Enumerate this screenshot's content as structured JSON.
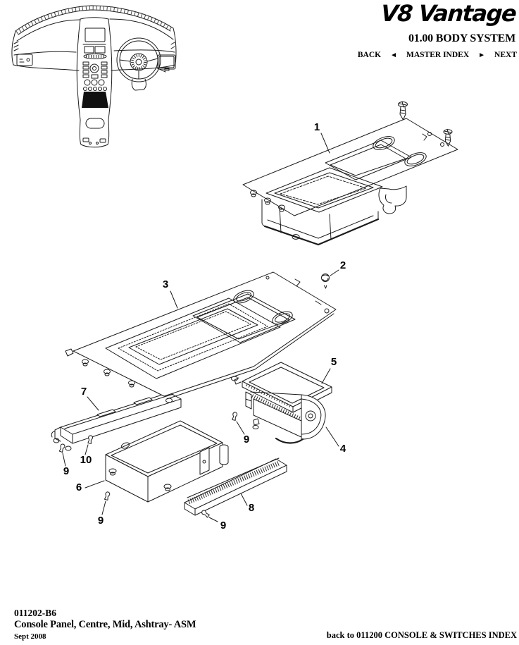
{
  "header": {
    "logo": "V8 Vantage",
    "section_title": "01.00 BODY SYSTEM",
    "nav": {
      "back": "BACK",
      "back_arrow": "◄",
      "master_index": "MASTER INDEX",
      "next_arrow": "►",
      "next": "NEXT"
    }
  },
  "diagram": {
    "callouts": [
      {
        "label": "1"
      },
      {
        "label": "2"
      },
      {
        "label": "3"
      },
      {
        "label": "5"
      },
      {
        "label": "4"
      },
      {
        "label": "7"
      },
      {
        "label": "10"
      },
      {
        "label": "9"
      },
      {
        "label": "6"
      },
      {
        "label": "9"
      },
      {
        "label": "9"
      },
      {
        "label": "8"
      },
      {
        "label": "9"
      }
    ]
  },
  "footer": {
    "part_number": "011202-B6",
    "part_title": "Console Panel, Centre, Mid, Ashtray- ASM",
    "date": "Sept 2008",
    "back_link": "back to 011200 CONSOLE & SWITCHES INDEX"
  }
}
